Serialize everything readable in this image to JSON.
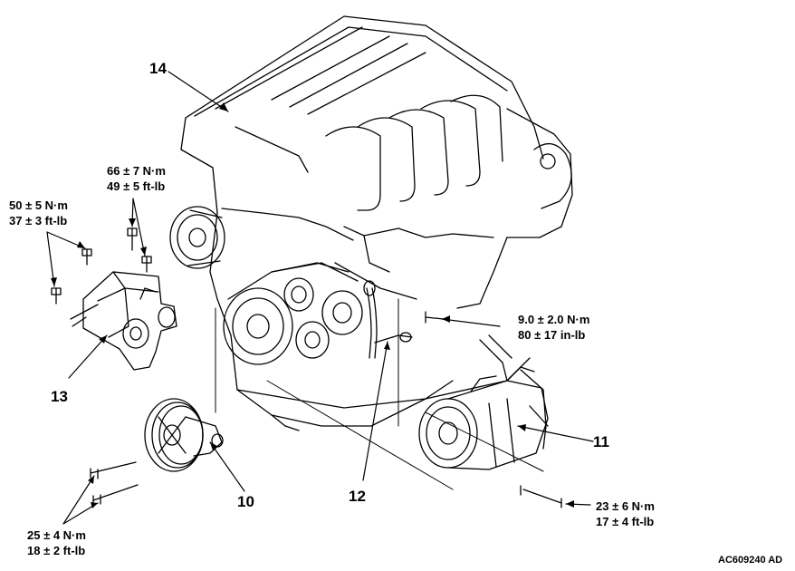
{
  "callouts": {
    "c10": "10",
    "c11": "11",
    "c12": "12",
    "c13": "13",
    "c14": "14"
  },
  "torques": {
    "t66_nm": "66 ± 7 N·m",
    "t66_ft": "49 ± 5 ft-lb",
    "t50_nm": "50 ± 5 N·m",
    "t50_ft": "37 ± 3 ft-lb",
    "t9_nm": "9.0 ± 2.0 N·m",
    "t9_in": "80 ± 17 in-lb",
    "t23_nm": "23 ± 6 N·m",
    "t23_ft": "17 ± 4 ft-lb",
    "t25_nm": "25 ± 4 N·m",
    "t25_ft": "18 ± 2 ft-lb"
  },
  "figure_id": "AC609240 AD"
}
